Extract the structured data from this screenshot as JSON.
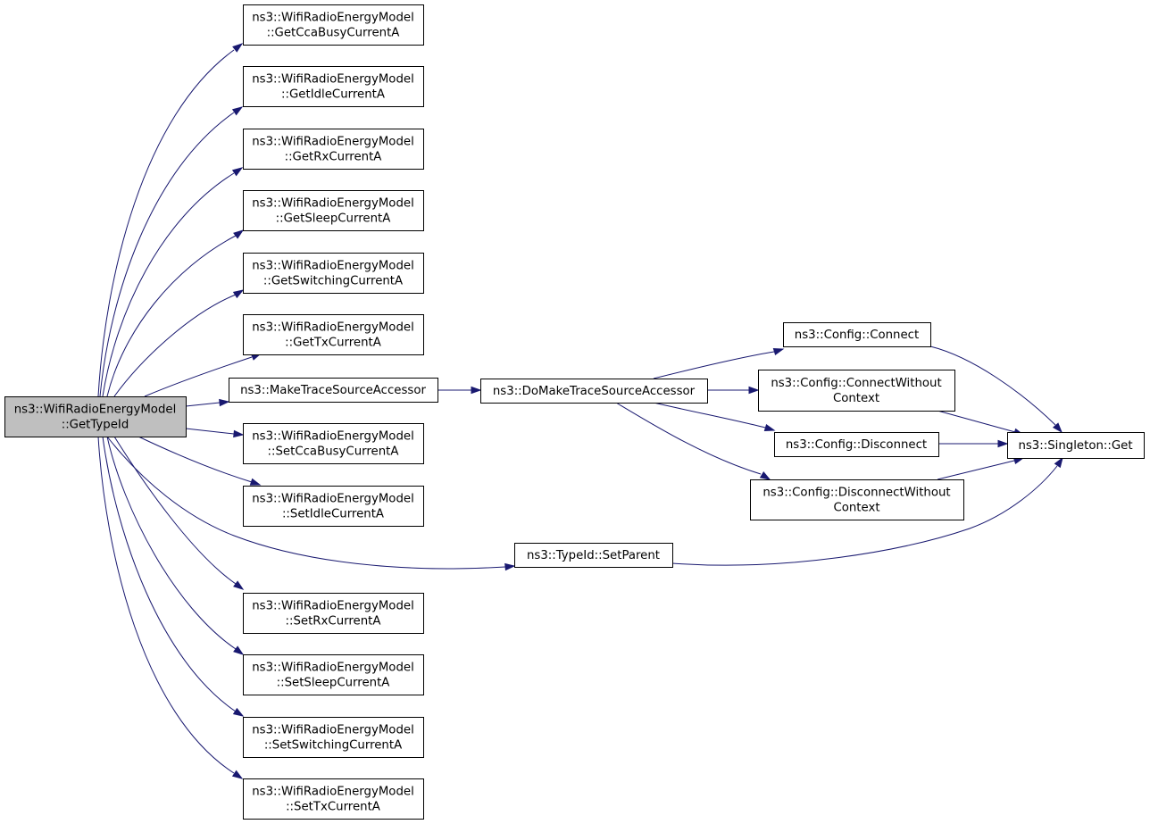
{
  "diagram": {
    "nodes": [
      {
        "id": "root",
        "lines": [
          "ns3::WifiRadioEnergyModel",
          "::GetTypeId"
        ],
        "highlight": true
      },
      {
        "id": "get-cca",
        "lines": [
          "ns3::WifiRadioEnergyModel",
          "::GetCcaBusyCurrentA"
        ]
      },
      {
        "id": "get-idle",
        "lines": [
          "ns3::WifiRadioEnergyModel",
          "::GetIdleCurrentA"
        ]
      },
      {
        "id": "get-rx",
        "lines": [
          "ns3::WifiRadioEnergyModel",
          "::GetRxCurrentA"
        ]
      },
      {
        "id": "get-sleep",
        "lines": [
          "ns3::WifiRadioEnergyModel",
          "::GetSleepCurrentA"
        ]
      },
      {
        "id": "get-switching",
        "lines": [
          "ns3::WifiRadioEnergyModel",
          "::GetSwitchingCurrentA"
        ]
      },
      {
        "id": "get-tx",
        "lines": [
          "ns3::WifiRadioEnergyModel",
          "::GetTxCurrentA"
        ]
      },
      {
        "id": "make-tsa",
        "lines": [
          "ns3::MakeTraceSourceAccessor"
        ]
      },
      {
        "id": "set-cca",
        "lines": [
          "ns3::WifiRadioEnergyModel",
          "::SetCcaBusyCurrentA"
        ]
      },
      {
        "id": "set-idle",
        "lines": [
          "ns3::WifiRadioEnergyModel",
          "::SetIdleCurrentA"
        ]
      },
      {
        "id": "set-rx",
        "lines": [
          "ns3::WifiRadioEnergyModel",
          "::SetRxCurrentA"
        ]
      },
      {
        "id": "set-sleep",
        "lines": [
          "ns3::WifiRadioEnergyModel",
          "::SetSleepCurrentA"
        ]
      },
      {
        "id": "set-switching",
        "lines": [
          "ns3::WifiRadioEnergyModel",
          "::SetSwitchingCurrentA"
        ]
      },
      {
        "id": "set-tx",
        "lines": [
          "ns3::WifiRadioEnergyModel",
          "::SetTxCurrentA"
        ]
      },
      {
        "id": "do-make-tsa",
        "lines": [
          "ns3::DoMakeTraceSourceAccessor"
        ]
      },
      {
        "id": "set-parent",
        "lines": [
          "ns3::TypeId::SetParent"
        ]
      },
      {
        "id": "config-connect",
        "lines": [
          "ns3::Config::Connect"
        ]
      },
      {
        "id": "config-connect-wo",
        "lines": [
          "ns3::Config::ConnectWithout",
          "Context"
        ]
      },
      {
        "id": "config-disconnect",
        "lines": [
          "ns3::Config::Disconnect"
        ]
      },
      {
        "id": "config-disconnect-wo",
        "lines": [
          "ns3::Config::DisconnectWithout",
          "Context"
        ]
      },
      {
        "id": "singleton-get",
        "lines": [
          "ns3::Singleton::Get"
        ]
      }
    ],
    "edges": [
      [
        "root",
        "get-cca"
      ],
      [
        "root",
        "get-idle"
      ],
      [
        "root",
        "get-rx"
      ],
      [
        "root",
        "get-sleep"
      ],
      [
        "root",
        "get-switching"
      ],
      [
        "root",
        "get-tx"
      ],
      [
        "root",
        "make-tsa"
      ],
      [
        "root",
        "set-cca"
      ],
      [
        "root",
        "set-idle"
      ],
      [
        "root",
        "set-parent"
      ],
      [
        "root",
        "set-rx"
      ],
      [
        "root",
        "set-sleep"
      ],
      [
        "root",
        "set-switching"
      ],
      [
        "root",
        "set-tx"
      ],
      [
        "make-tsa",
        "do-make-tsa"
      ],
      [
        "do-make-tsa",
        "config-connect"
      ],
      [
        "do-make-tsa",
        "config-connect-wo"
      ],
      [
        "do-make-tsa",
        "config-disconnect"
      ],
      [
        "do-make-tsa",
        "config-disconnect-wo"
      ],
      [
        "config-connect",
        "singleton-get"
      ],
      [
        "config-connect-wo",
        "singleton-get"
      ],
      [
        "config-disconnect",
        "singleton-get"
      ],
      [
        "config-disconnect-wo",
        "singleton-get"
      ],
      [
        "set-parent",
        "singleton-get"
      ]
    ],
    "colors": {
      "edge": "#191970",
      "node_border": "#000000",
      "node_fill": "#ffffff",
      "root_fill": "#bfbfbf"
    }
  }
}
